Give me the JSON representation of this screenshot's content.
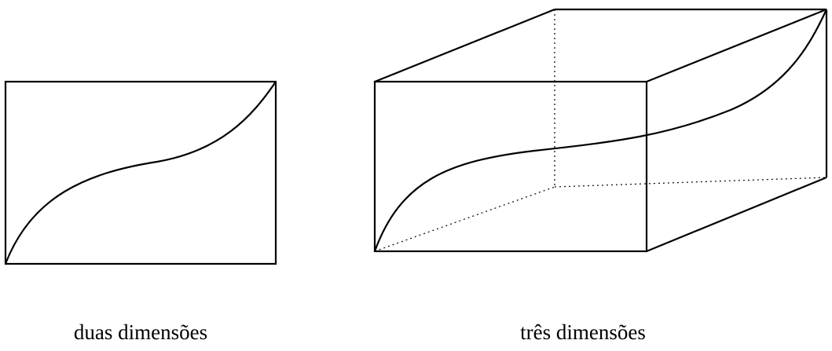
{
  "diagrams": [
    {
      "id": "2d",
      "caption": "duas dimensões"
    },
    {
      "id": "3d",
      "caption": "três dimensões"
    }
  ],
  "colors": {
    "stroke": "#000000",
    "background": "#ffffff"
  }
}
